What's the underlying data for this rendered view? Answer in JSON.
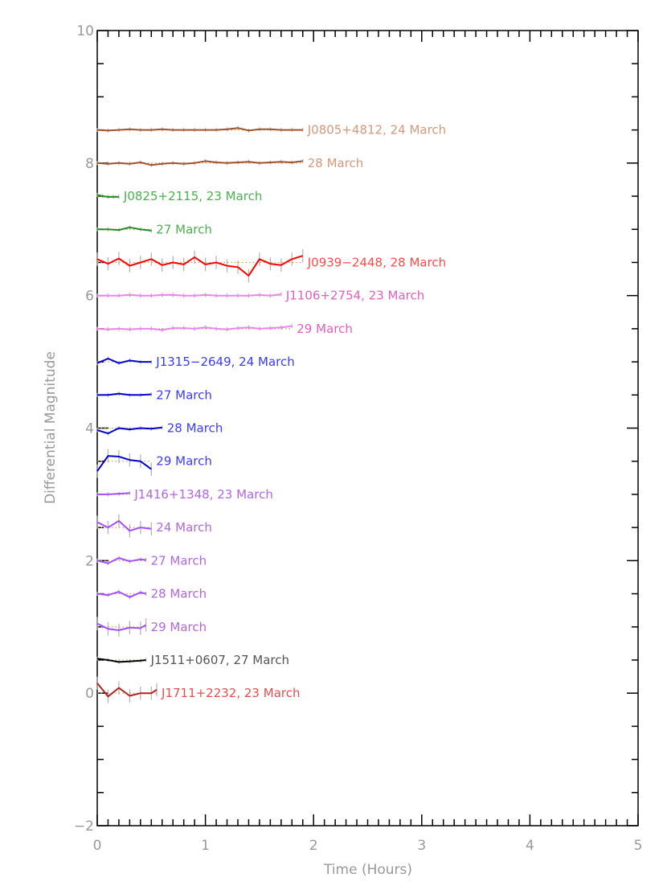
{
  "chart_data": {
    "type": "line",
    "title": "",
    "xlabel": "Time (Hours)",
    "ylabel": "Differential Magnitude",
    "xlim": [
      0,
      5
    ],
    "ylim": [
      -2,
      10
    ],
    "x_ticks": [
      0,
      1,
      2,
      3,
      4,
      5
    ],
    "x_tick_labels": [
      "0",
      "1",
      "2",
      "3",
      "4",
      "5"
    ],
    "y_ticks": [
      -2,
      0,
      2,
      4,
      6,
      8,
      10
    ],
    "y_tick_labels": [
      "−2",
      "0",
      "2",
      "4",
      "6",
      "8",
      "10"
    ],
    "grid": false,
    "legend": "none",
    "series": [
      {
        "label": "J0805+4812, 24 March",
        "color": "#a0522d",
        "label_color": "#d4987a",
        "baseline": 8.5,
        "x": [
          0,
          0.1,
          0.2,
          0.3,
          0.4,
          0.5,
          0.6,
          0.7,
          0.8,
          0.9,
          1.0,
          1.1,
          1.2,
          1.3,
          1.4,
          1.5,
          1.6,
          1.7,
          1.8,
          1.9
        ],
        "y": [
          8.5,
          8.49,
          8.5,
          8.51,
          8.5,
          8.5,
          8.51,
          8.5,
          8.5,
          8.5,
          8.5,
          8.5,
          8.51,
          8.53,
          8.49,
          8.51,
          8.51,
          8.5,
          8.5,
          8.5
        ]
      },
      {
        "label": "28 March",
        "color": "#a0522d",
        "label_color": "#d4987a",
        "baseline": 8.0,
        "x": [
          0,
          0.1,
          0.2,
          0.3,
          0.4,
          0.5,
          0.6,
          0.7,
          0.8,
          0.9,
          1.0,
          1.1,
          1.2,
          1.3,
          1.4,
          1.5,
          1.6,
          1.7,
          1.8,
          1.9
        ],
        "y": [
          8.0,
          7.99,
          8.0,
          7.99,
          8.01,
          7.97,
          7.99,
          8.0,
          7.99,
          8.0,
          8.03,
          8.01,
          8.0,
          8.01,
          8.02,
          8.0,
          8.01,
          8.02,
          8.01,
          8.03
        ]
      },
      {
        "label": "J0825+2115, 23 March",
        "color": "#228b22",
        "label_color": "#4caf50",
        "baseline": 7.5,
        "x": [
          0,
          0.05,
          0.1,
          0.15,
          0.2
        ],
        "y": [
          7.52,
          7.5,
          7.49,
          7.49,
          7.49
        ]
      },
      {
        "label": "27 March",
        "color": "#228b22",
        "label_color": "#4caf50",
        "baseline": 7.0,
        "x": [
          0,
          0.1,
          0.2,
          0.3,
          0.4,
          0.5
        ],
        "y": [
          7.0,
          7.0,
          6.99,
          7.03,
          7.0,
          6.98
        ]
      },
      {
        "label": "J0939−2448, 28 March",
        "color": "#ff0000",
        "label_color": "#ff4a4a",
        "baseline": 6.5,
        "x": [
          0,
          0.1,
          0.2,
          0.3,
          0.4,
          0.5,
          0.6,
          0.7,
          0.8,
          0.9,
          1.0,
          1.1,
          1.2,
          1.3,
          1.4,
          1.5,
          1.6,
          1.7,
          1.8,
          1.9
        ],
        "y": [
          6.55,
          6.48,
          6.56,
          6.45,
          6.5,
          6.55,
          6.46,
          6.5,
          6.47,
          6.58,
          6.47,
          6.5,
          6.45,
          6.43,
          6.3,
          6.55,
          6.48,
          6.46,
          6.55,
          6.6
        ]
      },
      {
        "label": "J1106+2754, 23 March",
        "color": "#ee82ee",
        "label_color": "#e060c0",
        "baseline": 6.0,
        "x": [
          0,
          0.1,
          0.2,
          0.3,
          0.4,
          0.5,
          0.6,
          0.7,
          0.8,
          0.9,
          1.0,
          1.1,
          1.2,
          1.3,
          1.4,
          1.5,
          1.6,
          1.7
        ],
        "y": [
          6.0,
          6.0,
          6.0,
          6.01,
          6.0,
          6.0,
          6.01,
          6.01,
          6.0,
          6.0,
          6.01,
          6.0,
          6.0,
          6.0,
          6.0,
          6.01,
          6.0,
          6.02
        ]
      },
      {
        "label": "29 March",
        "color": "#ee82ee",
        "label_color": "#e060c0",
        "baseline": 5.5,
        "x": [
          0,
          0.1,
          0.2,
          0.3,
          0.4,
          0.5,
          0.6,
          0.7,
          0.8,
          0.9,
          1.0,
          1.1,
          1.2,
          1.3,
          1.4,
          1.5,
          1.6,
          1.7,
          1.8
        ],
        "y": [
          5.5,
          5.49,
          5.5,
          5.49,
          5.5,
          5.5,
          5.48,
          5.51,
          5.51,
          5.5,
          5.52,
          5.5,
          5.49,
          5.51,
          5.52,
          5.5,
          5.51,
          5.52,
          5.54
        ]
      },
      {
        "label": "J1315−2649, 24 March",
        "color": "#0000cd",
        "label_color": "#3a3aff",
        "baseline": 5.0,
        "x": [
          0,
          0.1,
          0.2,
          0.3,
          0.4,
          0.5
        ],
        "y": [
          4.98,
          5.05,
          4.98,
          5.02,
          5.0,
          5.0
        ]
      },
      {
        "label": "27 March",
        "color": "#0000cd",
        "label_color": "#3a3aff",
        "baseline": 4.5,
        "x": [
          0,
          0.1,
          0.2,
          0.3,
          0.4,
          0.5
        ],
        "y": [
          4.5,
          4.5,
          4.52,
          4.5,
          4.5,
          4.51
        ]
      },
      {
        "label": "28 March",
        "color": "#0000cd",
        "label_color": "#3a3aff",
        "baseline": 4.0,
        "x": [
          0,
          0.1,
          0.2,
          0.3,
          0.4,
          0.5,
          0.6
        ],
        "y": [
          3.97,
          3.92,
          4.0,
          3.98,
          4.0,
          3.99,
          4.01
        ]
      },
      {
        "label": "29 March",
        "color": "#0000cd",
        "label_color": "#3a3aff",
        "baseline": 3.5,
        "x": [
          0,
          0.1,
          0.2,
          0.3,
          0.4,
          0.5
        ],
        "y": [
          3.35,
          3.58,
          3.57,
          3.52,
          3.5,
          3.38
        ]
      },
      {
        "label": "J1416+1348, 23 March",
        "color": "#a64dff",
        "label_color": "#b266e0",
        "baseline": 3.0,
        "x": [
          0,
          0.1,
          0.2,
          0.3
        ],
        "y": [
          3.0,
          3.0,
          3.01,
          3.02
        ]
      },
      {
        "label": "24 March",
        "color": "#a64dff",
        "label_color": "#b266e0",
        "baseline": 2.5,
        "x": [
          0,
          0.1,
          0.2,
          0.3,
          0.4,
          0.5
        ],
        "y": [
          2.58,
          2.5,
          2.6,
          2.45,
          2.5,
          2.48
        ]
      },
      {
        "label": "27 March",
        "color": "#a64dff",
        "label_color": "#b266e0",
        "baseline": 2.0,
        "x": [
          0,
          0.1,
          0.2,
          0.3,
          0.4,
          0.45
        ],
        "y": [
          2.0,
          1.96,
          2.04,
          1.99,
          2.02,
          2.01
        ]
      },
      {
        "label": "28 March",
        "color": "#a64dff",
        "label_color": "#b266e0",
        "baseline": 1.5,
        "x": [
          0,
          0.1,
          0.2,
          0.3,
          0.4,
          0.45
        ],
        "y": [
          1.5,
          1.48,
          1.53,
          1.45,
          1.52,
          1.5
        ]
      },
      {
        "label": "29 March",
        "color": "#a64dff",
        "label_color": "#b266e0",
        "baseline": 1.0,
        "x": [
          0,
          0.1,
          0.2,
          0.3,
          0.4,
          0.45
        ],
        "y": [
          1.05,
          0.97,
          0.95,
          0.99,
          0.98,
          1.03
        ]
      },
      {
        "label": "J1511+0607, 27 March",
        "color": "#000000",
        "label_color": "#555555",
        "baseline": 0.5,
        "x": [
          0,
          0.1,
          0.2,
          0.3,
          0.4,
          0.45
        ],
        "y": [
          0.52,
          0.5,
          0.47,
          0.48,
          0.49,
          0.5
        ]
      },
      {
        "label": "J1711+2232, 23 March",
        "color": "#b22222",
        "label_color": "#e05050",
        "baseline": 0.0,
        "x": [
          0,
          0.1,
          0.2,
          0.3,
          0.4,
          0.5,
          0.55
        ],
        "y": [
          0.15,
          -0.05,
          0.08,
          -0.04,
          0.0,
          0.0,
          0.05
        ]
      }
    ]
  }
}
